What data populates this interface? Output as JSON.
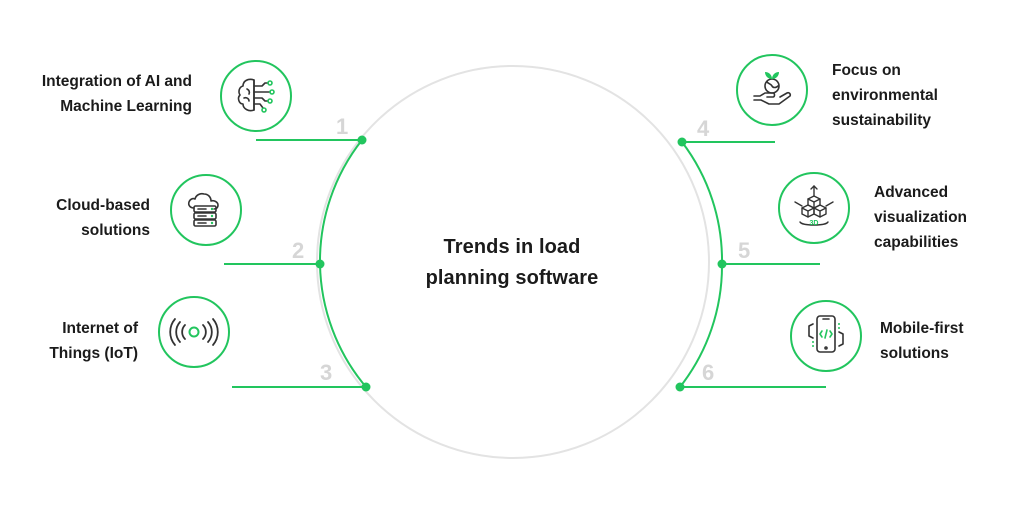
{
  "center": {
    "title_line1": "Trends in load",
    "title_line2": "planning software"
  },
  "colors": {
    "accent": "#22c55e",
    "ring": "#e3e3e3",
    "text": "#1b1b1b",
    "number": "#d6d6d6"
  },
  "trends": [
    {
      "number": "1",
      "line1": "Integration of AI and",
      "line2": "Machine Learning",
      "line3": "",
      "icon": "brain-circuit-icon"
    },
    {
      "number": "2",
      "line1": "Cloud-based",
      "line2": "solutions",
      "line3": "",
      "icon": "cloud-server-icon"
    },
    {
      "number": "3",
      "line1": "Internet of",
      "line2": "Things (IoT)",
      "line3": "",
      "icon": "wireless-signal-icon"
    },
    {
      "number": "4",
      "line1": "Focus on",
      "line2": "environmental",
      "line3": "sustainability",
      "icon": "globe-hand-plant-icon"
    },
    {
      "number": "5",
      "line1": "Advanced",
      "line2": "visualization",
      "line3": "capabilities",
      "icon": "3d-cubes-icon"
    },
    {
      "number": "6",
      "line1": "Mobile-first",
      "line2": "solutions",
      "line3": "",
      "icon": "mobile-code-icon"
    }
  ]
}
